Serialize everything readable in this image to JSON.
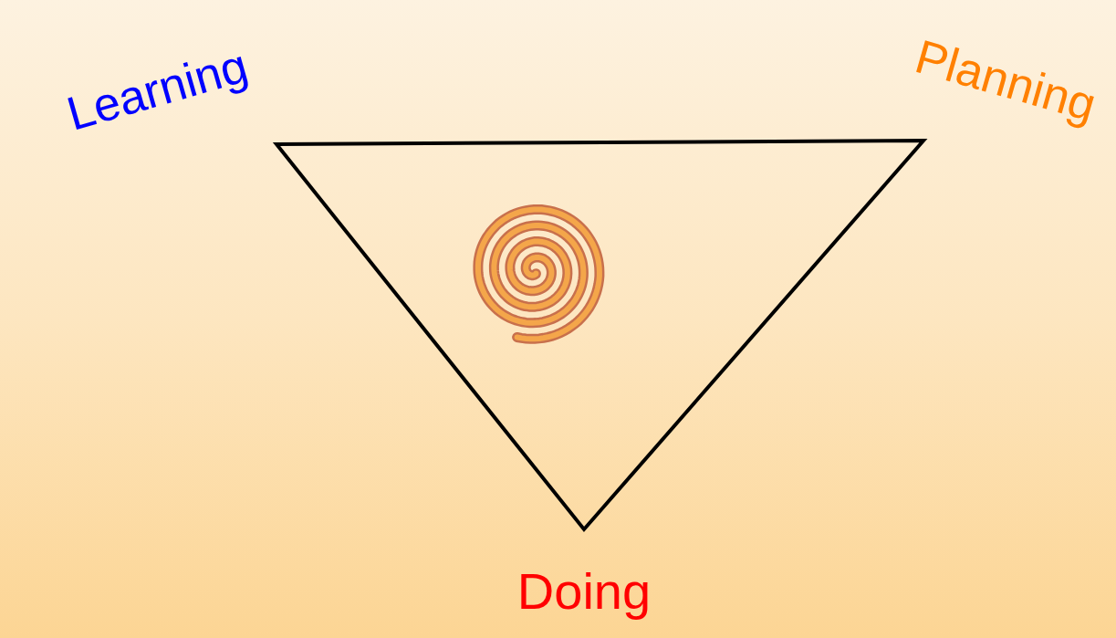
{
  "diagram": {
    "labels": [
      "Learning",
      "Planning",
      "Doing"
    ]
  }
}
